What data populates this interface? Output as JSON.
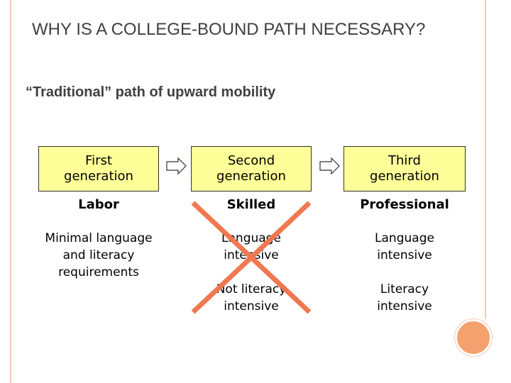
{
  "title": "WHY IS A COLLEGE-BOUND PATH NECESSARY?",
  "subtitle": "“Traditional” path of upward mobility",
  "columns": [
    {
      "header": "First generation",
      "type": "Labor",
      "language": "Minimal language and literacy requirements",
      "literacy": ""
    },
    {
      "header": "Second generation",
      "type": "Skilled",
      "language": "Language intensive",
      "literacy": "Not literacy intensive"
    },
    {
      "header": "Third generation",
      "type": "Professional",
      "language": "Language intensive",
      "literacy": "Literacy intensive"
    }
  ],
  "colors": {
    "box_fill": "#ffff99",
    "cross": "#f07850",
    "frame": "#f2c9b5",
    "accent_circle": "#f4a16f"
  }
}
